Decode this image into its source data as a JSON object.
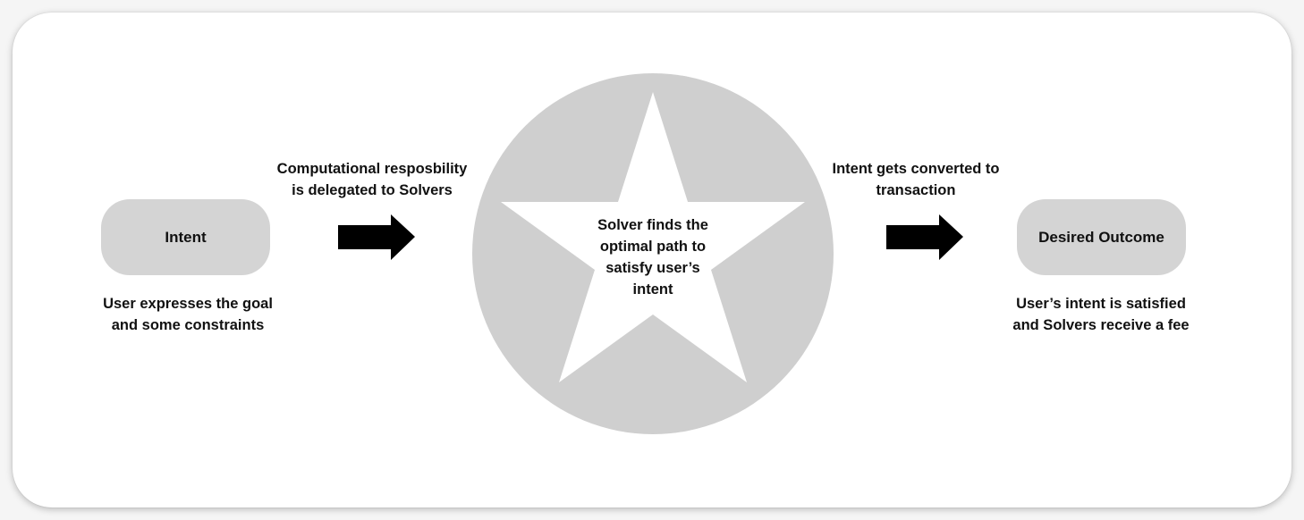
{
  "colors": {
    "card_bg": "#ffffff",
    "node_fill": "#d4d4d4",
    "circle_fill": "#cfcfcf",
    "star_fill": "#ffffff",
    "arrow_fill": "#000000",
    "text": "#111111"
  },
  "nodes": {
    "intent": {
      "label": "Intent",
      "caption_lines": [
        "User expresses the goal",
        "and some constraints"
      ]
    },
    "outcome": {
      "label": "Desired Outcome",
      "caption_lines": [
        "User’s intent is satisfied",
        "and Solvers receive a fee"
      ]
    }
  },
  "arrows": {
    "left": {
      "label_lines": [
        "Computational resposbility",
        "is delegated to Solvers"
      ],
      "icon": "right-arrow-icon"
    },
    "right": {
      "label_lines": [
        "Intent gets converted to",
        "transaction"
      ],
      "icon": "right-arrow-icon"
    }
  },
  "solver": {
    "icon": "star-icon",
    "text_lines": [
      "Solver finds the",
      "optimal path to",
      "satisfy user’s",
      "intent"
    ]
  }
}
